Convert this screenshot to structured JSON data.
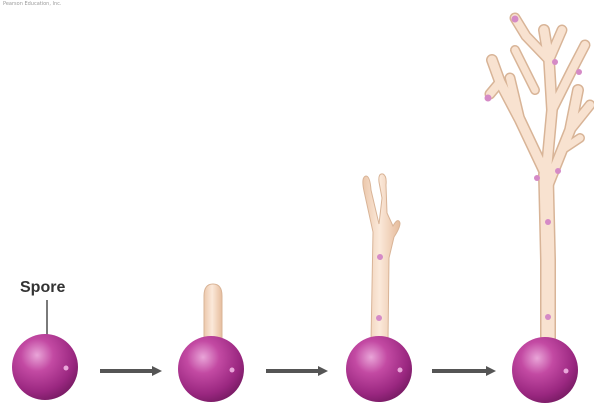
{
  "copyright_text": "Pearson Education, Inc.",
  "spore_label": "Spore",
  "colors": {
    "spore_fill": "#b0348f",
    "spore_highlight": "#f4c6ea",
    "hypha_fill": "#f6dcc6",
    "hypha_stroke": "#d6b397",
    "nucleus": "#d58ac6",
    "arrow": "#555555"
  },
  "stages": [
    {
      "name": "spore"
    },
    {
      "name": "germinating-spore"
    },
    {
      "name": "young-hypha"
    },
    {
      "name": "branched-mycelium"
    }
  ]
}
